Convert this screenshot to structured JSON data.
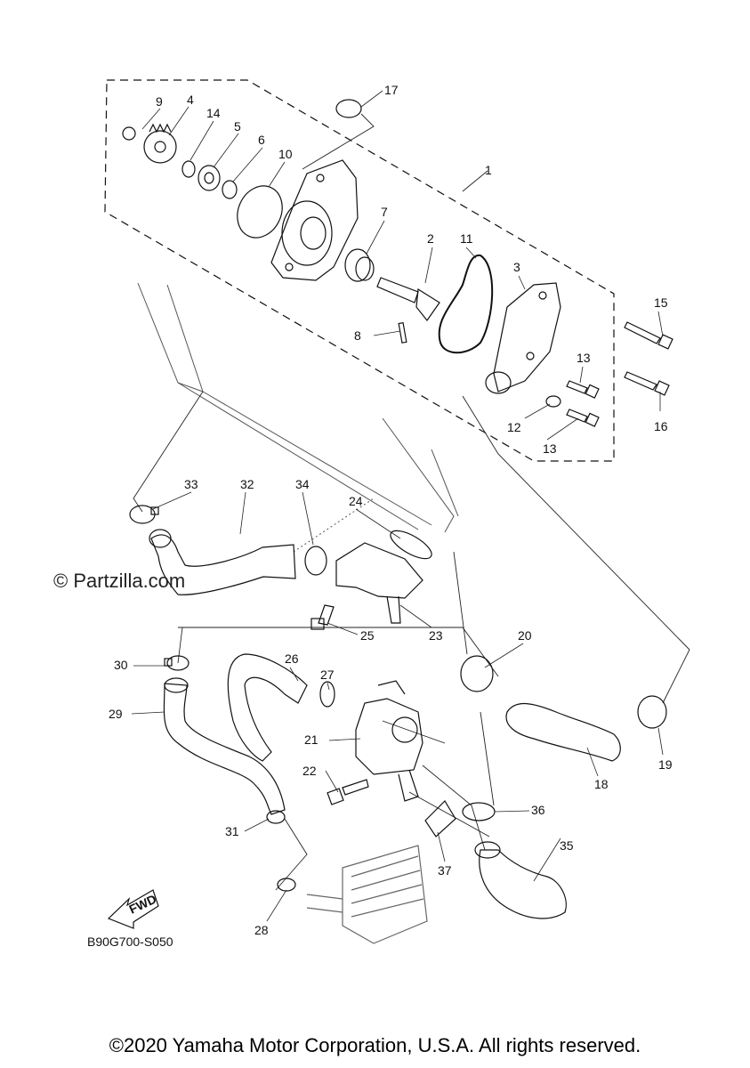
{
  "watermark": "© Partzilla.com",
  "part_code": "B90G700-S050",
  "fwd_label": "FWD",
  "copyright": "©2020 Yamaha Motor Corporation, U.S.A. All rights reserved.",
  "callouts": {
    "c1": "1",
    "c2": "2",
    "c3": "3",
    "c4": "4",
    "c5": "5",
    "c6": "6",
    "c7": "7",
    "c8": "8",
    "c9": "9",
    "c10": "10",
    "c11": "11",
    "c12": "12",
    "c13a": "13",
    "c13b": "13",
    "c14": "14",
    "c15": "15",
    "c16": "16",
    "c17": "17",
    "c18": "18",
    "c19": "19",
    "c20": "20",
    "c21": "21",
    "c22": "22",
    "c23": "23",
    "c24": "24",
    "c25": "25",
    "c26": "26",
    "c27": "27",
    "c28": "28",
    "c29": "29",
    "c30": "30",
    "c31": "31",
    "c32": "32",
    "c33": "33",
    "c34": "34",
    "c35": "35",
    "c36": "36",
    "c37": "37"
  }
}
